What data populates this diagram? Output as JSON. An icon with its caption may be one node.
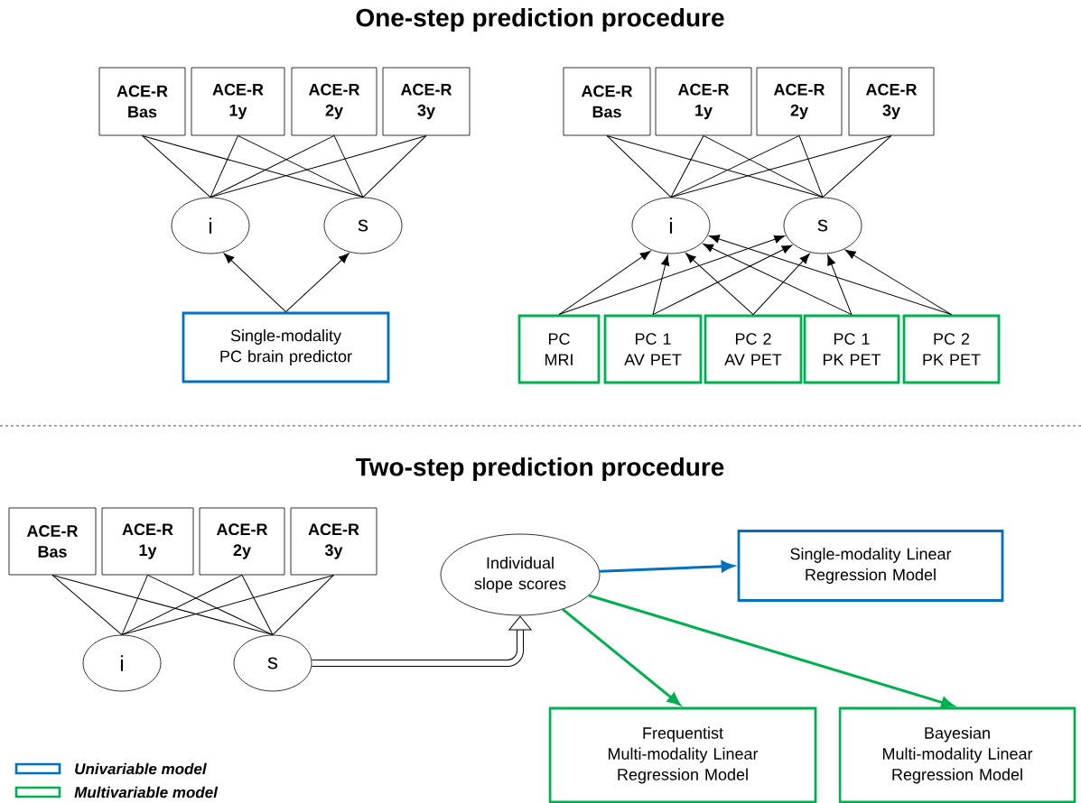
{
  "diagram": {
    "title": "One-step prediction procedure",
    "nodes": [
      {
        "text": [
          "ACE-R Bas"
        ]
      },
      {
        "text": [
          "ACE-R 1y"
        ]
      },
      {
        "text": [
          "ACE-R 2y"
        ]
      },
      {
        "text": [
          "ACE-R 3y"
        ]
      },
      {
        "text": [
          "i"
        ]
      },
      {
        "text": [
          "s"
        ]
      },
      {
        "text": [
          "Single-modality PC brain predictor"
        ]
      },
      {
        "text": [
          "ACE-R Bas"
        ]
      },
      {
        "text": [
          "ACE-R 1y"
        ]
      },
      {
        "text": [
          "ACE-R 2y"
        ]
      },
      {
        "text": [
          "ACE-R 3y"
        ]
      },
      {
        "text": [
          "i"
        ]
      },
      {
        "text": [
          "s"
        ]
      },
      {
        "text": [
          "PC MRI"
        ]
      },
      {
        "text": [
          "PC 1 AV PET"
        ]
      },
      {
        "text": [
          "PC 2 AV PET"
        ]
      },
      {
        "text": [
          "PC 1 PK PET"
        ]
      },
      {
        "text": [
          "PC 2 PK PET"
        ]
      },
      {
        "text": [
          "ACE-R Bas"
        ]
      },
      {
        "text": [
          "ACE-R 1y"
        ]
      },
      {
        "text": [
          "ACE-R 2y"
        ]
      },
      {
        "text": [
          "ACE-R 3y"
        ]
      },
      {
        "text": [
          "i"
        ]
      },
      {
        "text": [
          "s"
        ]
      },
      {
        "text": [
          "Individual slope scores"
        ]
      },
      {
        "text": [
          "Single-modality Linear Regression Model"
        ]
      },
      {
        "text": [
          "Frequentist Multi-modality Linear Regression Model"
        ]
      },
      {
        "text": [
          "Bayesian Multi-modality Linear Regression Model"
        ]
      }
    ],
    "edges": [
      {
        "from": 0,
        "to": 4,
        "arrow": "none"
      },
      {
        "from": 0,
        "to": 5,
        "arrow": "none"
      },
      {
        "from": 1,
        "to": 4,
        "arrow": "none"
      },
      {
        "from": 1,
        "to": 5,
        "arrow": "none"
      },
      {
        "from": 2,
        "to": 4,
        "arrow": "none"
      },
      {
        "from": 2,
        "to": 5,
        "arrow": "none"
      },
      {
        "from": 3,
        "to": 4,
        "arrow": "none"
      },
      {
        "from": 3,
        "to": 5,
        "arrow": "none"
      },
      {
        "from": 6,
        "to": 4,
        "arrow": "to"
      },
      {
        "from": 6,
        "to": 5,
        "arrow": "to"
      },
      {
        "from": 7,
        "to": 11,
        "arrow": "none"
      },
      {
        "from": 7,
        "to": 12,
        "arrow": "none"
      },
      {
        "from": 8,
        "to": 11,
        "arrow": "none"
      },
      {
        "from": 8,
        "to": 12,
        "arrow": "none"
      },
      {
        "from": 9,
        "to": 11,
        "arrow": "none"
      },
      {
        "from": 9,
        "to": 12,
        "arrow": "none"
      },
      {
        "from": 10,
        "to": 11,
        "arrow": "none"
      },
      {
        "from": 10,
        "to": 12,
        "arrow": "none"
      },
      {
        "from": 13,
        "to": 11,
        "arrow": "to"
      },
      {
        "from": 13,
        "to": 12,
        "arrow": "to"
      },
      {
        "from": 14,
        "to": 11,
        "arrow": "to"
      },
      {
        "from": 14,
        "to": 12,
        "arrow": "to"
      },
      {
        "from": 15,
        "to": 11,
        "arrow": "to"
      },
      {
        "from": 15,
        "to": 12,
        "arrow": "to"
      },
      {
        "from": 16,
        "to": 11,
        "arrow": "to"
      },
      {
        "from": 16,
        "to": 12,
        "arrow": "to"
      },
      {
        "from": 17,
        "to": 11,
        "arrow": "to"
      },
      {
        "from": 17,
        "to": 12,
        "arrow": "to"
      },
      {
        "from": 18,
        "to": 22,
        "arrow": "none"
      },
      {
        "from": 18,
        "to": 23,
        "arrow": "none"
      },
      {
        "from": 19,
        "to": 22,
        "arrow": "none"
      },
      {
        "from": 19,
        "to": 23,
        "arrow": "none"
      },
      {
        "from": 20,
        "to": 22,
        "arrow": "none"
      },
      {
        "from": 20,
        "to": 23,
        "arrow": "none"
      },
      {
        "from": 21,
        "to": 22,
        "arrow": "none"
      },
      {
        "from": 21,
        "to": 23,
        "arrow": "none"
      },
      {
        "from": 23,
        "to": 24,
        "arrow": "to",
        "style": "thick"
      },
      {
        "from": 24,
        "to": 25,
        "arrow": "to",
        "style": "thick",
        "color": "#0070c0"
      },
      {
        "from": 24,
        "to": 26,
        "arrow": "to",
        "style": "thick",
        "color": "#00b050"
      },
      {
        "from": 24,
        "to": 27,
        "arrow": "to",
        "style": "thick",
        "color": "#00b050"
      }
    ],
    "labels": [
      "Two-step prediction procedure"
    ],
    "legend": [
      {
        "text": "Univariable model",
        "color": "#0070c0"
      },
      {
        "text": "Multivariable model",
        "color": "#00b050"
      }
    ]
  }
}
